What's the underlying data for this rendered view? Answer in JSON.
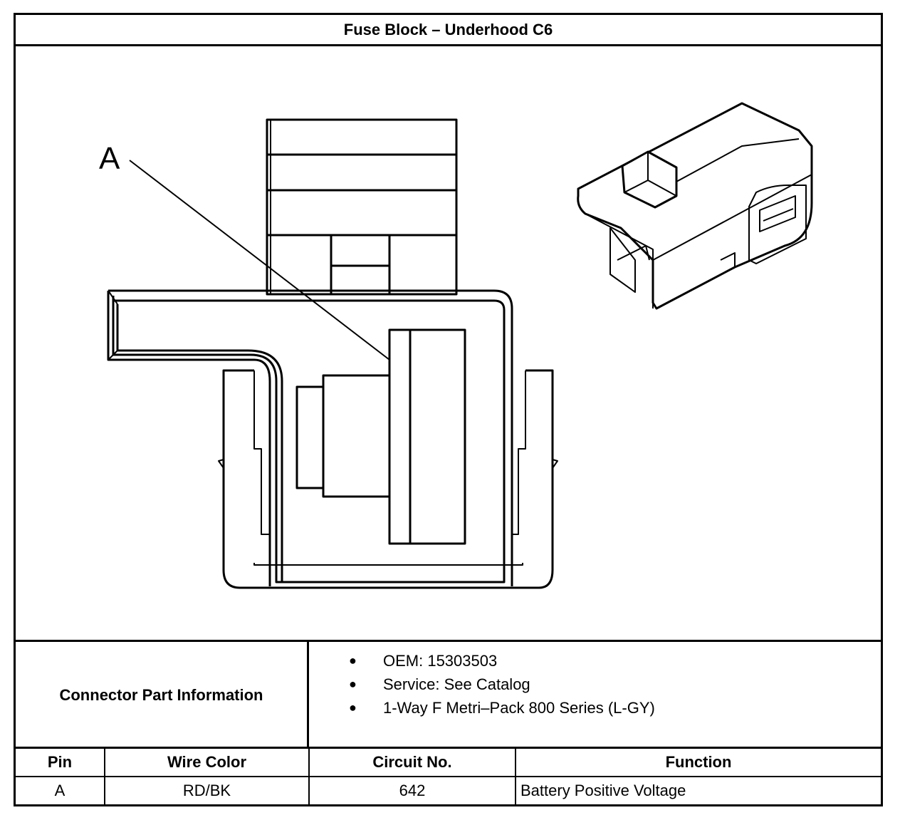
{
  "title": "Fuse Block – Underhood C6",
  "drawing": {
    "callouts": [
      {
        "label": "A"
      }
    ]
  },
  "info": {
    "label": "Connector Part Information",
    "items": [
      "OEM: 15303503",
      "Service: See Catalog",
      "1-Way F Metri–Pack 800 Series (L-GY)"
    ]
  },
  "table": {
    "headers": [
      "Pin",
      "Wire Color",
      "Circuit No.",
      "Function"
    ],
    "rows": [
      [
        "A",
        "RD/BK",
        "642",
        "Battery Positive Voltage"
      ]
    ]
  }
}
